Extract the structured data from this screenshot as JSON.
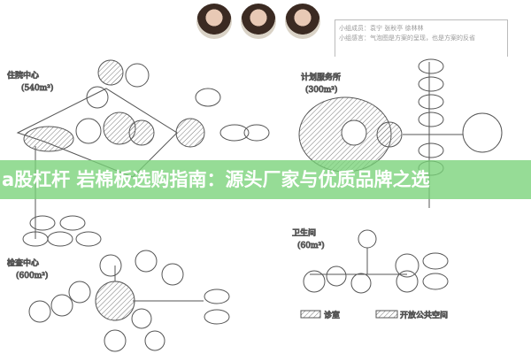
{
  "header": {
    "members_label": "小组成员：",
    "members": "袁宁  张秋亭  徐林林",
    "reflection_label": "小组感言：",
    "reflection": "气泡图是方案的呈现，也是方案的反省"
  },
  "zones": {
    "inpatient": {
      "title": "住院中心",
      "area": "(540m²)"
    },
    "planning": {
      "title": "计划服务所",
      "area": "(300m²)"
    },
    "restroom": {
      "title": "卫生间",
      "area": "(60m²)"
    },
    "exam": {
      "title": "检查中心",
      "area": "(600m²)"
    }
  },
  "legend": {
    "consult": "诊室",
    "public": "开放公共空间"
  },
  "banner": {
    "text": "a股杠杆 岩棉板选购指南：源头厂家与优质品牌之选",
    "color": "#78d278"
  }
}
